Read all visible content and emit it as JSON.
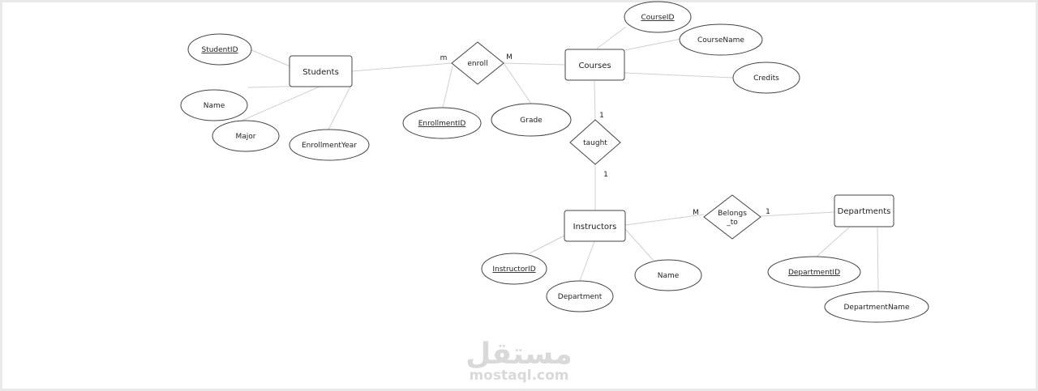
{
  "entities": {
    "students": "Students",
    "courses": "Courses",
    "instructors": "Instructors",
    "departments": "Departments"
  },
  "relationships": {
    "enroll": "enroll",
    "taught": "taught",
    "belongs_line1": "Belongs",
    "belongs_line2": "_to"
  },
  "attributes": {
    "student_id": "StudentID",
    "student_name": "Name",
    "major": "Major",
    "enrollment_year": "EnrollmentYear",
    "enrollment_id": "EnrollmentID",
    "grade": "Grade",
    "course_id": "CourseID",
    "course_name": "CourseName",
    "credits": "Credits",
    "instructor_id": "InstructorID",
    "department": "Department",
    "instructor_name": "Name",
    "department_id": "DepartmentID",
    "department_name": "DepartmentName"
  },
  "cardinalities": {
    "students_enroll": "m",
    "enroll_courses": "M",
    "courses_taught": "1",
    "taught_instructors": "1",
    "instructors_belongs": "M",
    "belongs_departments": "1"
  },
  "watermark": {
    "arabic": "مستقل",
    "site": "mostaql.com"
  }
}
